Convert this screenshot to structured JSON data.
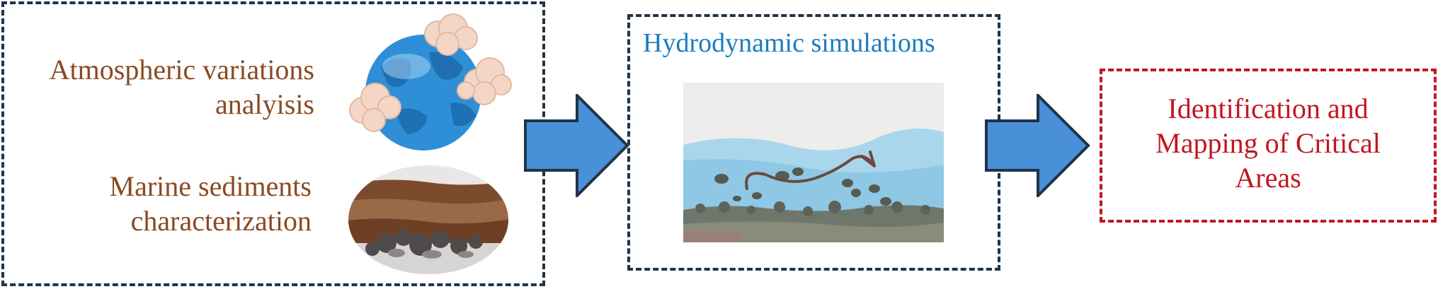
{
  "diagram": {
    "inputs": {
      "atmospheric": {
        "line1": "Atmospheric variations",
        "line2": "analyisis"
      },
      "sediments": {
        "line1": "Marine sediments",
        "line2": "characterization"
      },
      "icons": [
        "globe-with-clouds-icon",
        "sediment-layers-icon"
      ]
    },
    "simulation": {
      "title": "Hydrodynamic simulations",
      "icon": "seabed-sediment-transport-icon"
    },
    "output": {
      "line1": "Identification and",
      "line2": "Mapping of Critical",
      "line3": "Areas"
    },
    "colors": {
      "input_text": "#8a4a22",
      "simulation_title": "#1a7cc0",
      "output_text_and_border": "#c0171f",
      "dashed_border": "#1f3447",
      "arrow_fill": "#4a90d9"
    }
  }
}
